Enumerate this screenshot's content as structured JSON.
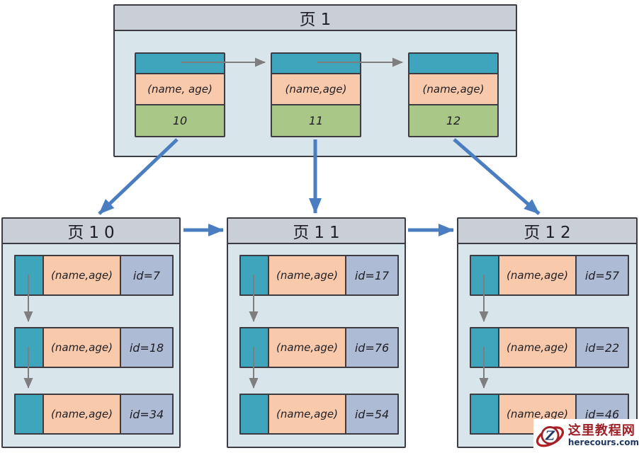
{
  "diagram_title": "secondary-index-btree",
  "root_page": {
    "title": "页1",
    "entries": [
      {
        "key": "(name, age)",
        "page_no": "10"
      },
      {
        "key": "(name,age)",
        "page_no": "11"
      },
      {
        "key": "(name,age)",
        "page_no": "12"
      }
    ]
  },
  "leaf_pages": [
    {
      "title": "页10",
      "rows": [
        {
          "key": "(name,age)",
          "id": "id=7"
        },
        {
          "key": "(name,age)",
          "id": "id=18"
        },
        {
          "key": "(name,age)",
          "id": "id=34"
        }
      ]
    },
    {
      "title": "页11",
      "rows": [
        {
          "key": "(name,age)",
          "id": "id=17"
        },
        {
          "key": "(name,age)",
          "id": "id=76"
        },
        {
          "key": "(name,age)",
          "id": "id=54"
        }
      ]
    },
    {
      "title": "页12",
      "rows": [
        {
          "key": "(name,age)",
          "id": "id=57"
        },
        {
          "key": "(name,age)",
          "id": "id=22"
        },
        {
          "key": "(name,age)",
          "id": "id=46"
        }
      ]
    }
  ],
  "watermark": {
    "site_name": "这里教程网",
    "site_url": "herecours.com",
    "logo_letter": "Z"
  },
  "colors": {
    "page_header_gray": "#caced7",
    "page_body_blue": "#d8e6ec",
    "pointer_teal": "#3fa5bd",
    "key_pink": "#f9c9ab",
    "page_no_green": "#a9c786",
    "id_cell_periwinkle": "#aebbd5",
    "arrow_blue": "#4a7ec1",
    "arrow_gray": "#7e7e7e",
    "border_dark": "#3c3c42",
    "watermark_red": "#9e2128",
    "watermark_navy": "#1f3864"
  }
}
